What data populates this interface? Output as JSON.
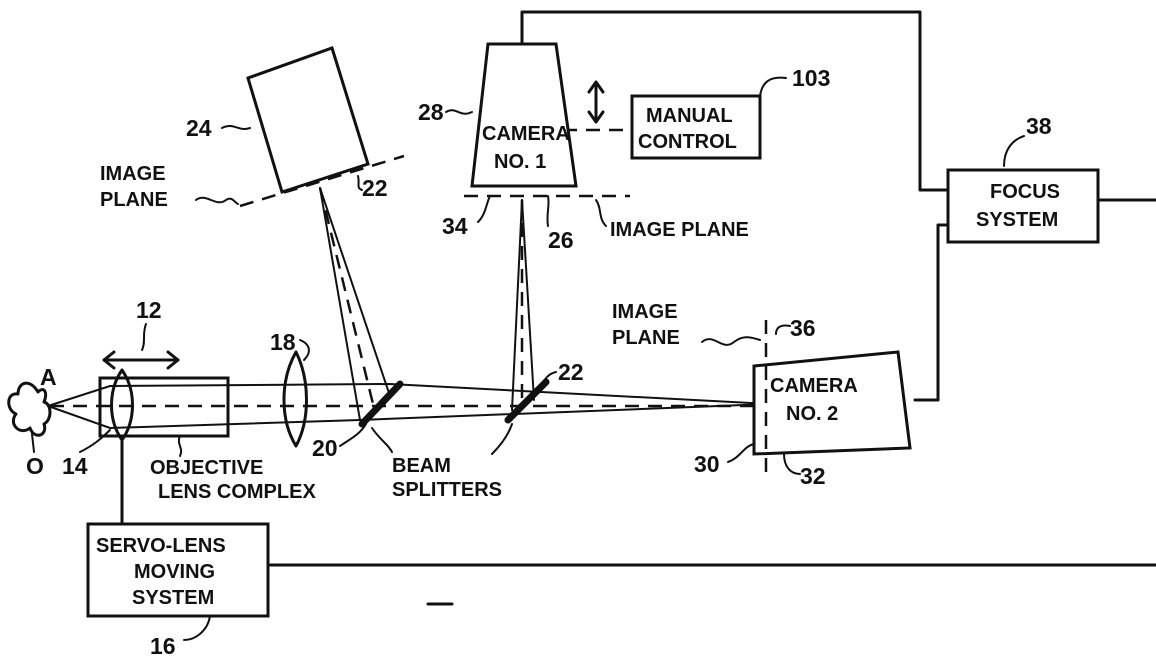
{
  "labels": {
    "camera1_line1": "CAMERA",
    "camera1_line2": "NO. 1",
    "camera2_line1": "CAMERA",
    "camera2_line2": "NO. 2",
    "manual_control_line1": "MANUAL",
    "manual_control_line2": "CONTROL",
    "focus_line1": "FOCUS",
    "focus_line2": "SYSTEM",
    "servo_line1": "SERVO-LENS",
    "servo_line2": "MOVING",
    "servo_line3": "SYSTEM",
    "image_plane_left_line1": "IMAGE",
    "image_plane_left_line2": "PLANE",
    "image_plane_mid": "IMAGE  PLANE",
    "image_plane_right_line1": "IMAGE",
    "image_plane_right_line2": "PLANE",
    "beam_splitters_line1": "BEAM",
    "beam_splitters_line2": "SPLITTERS",
    "objective_line1": "OBJECTIVE",
    "objective_line2": "LENS COMPLEX",
    "object_point": "A",
    "object_origin": "O"
  },
  "refs": {
    "r103": "103",
    "r38": "38",
    "r28": "28",
    "r24": "24",
    "r22_top": "22",
    "r22_mid": "22",
    "r34": "34",
    "r26": "26",
    "r36": "36",
    "r12": "12",
    "r18": "18",
    "r20": "20",
    "r14": "14",
    "r30": "30",
    "r32": "32",
    "r16": "16"
  }
}
